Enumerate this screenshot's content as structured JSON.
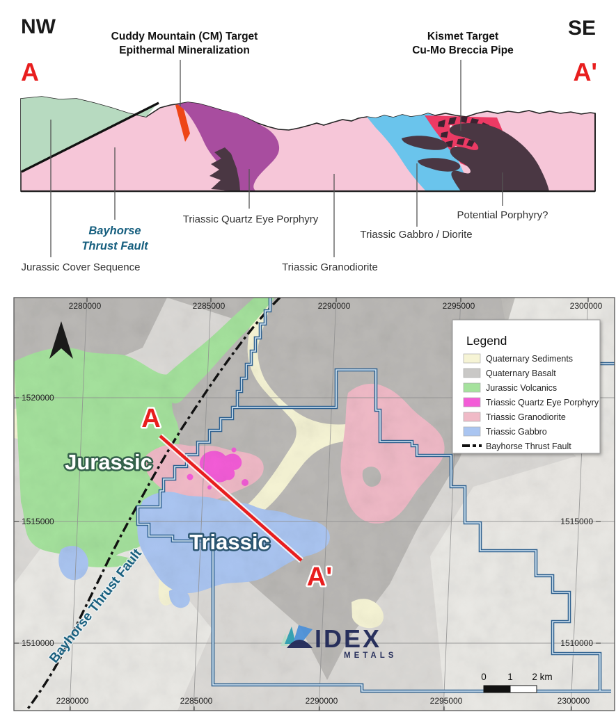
{
  "section": {
    "orient_left": "NW",
    "orient_right": "SE",
    "a_left": "A",
    "a_right": "A'",
    "target_cm": {
      "line1": "Cuddy Mountain (CM) Target",
      "line2": "Epithermal Mineralization"
    },
    "target_kismet": {
      "line1": "Kismet Target",
      "line2": "Cu-Mo Breccia Pipe"
    },
    "labels": {
      "bayhorse1": "Bayhorse",
      "bayhorse2": "Thrust Fault",
      "quartz": "Triassic Quartz Eye Porphyry",
      "gabbro": "Triassic Gabbro / Diorite",
      "potential": "Potential Porphyry?",
      "cover": "Jurassic Cover Sequence",
      "grano": "Triassic Granodiorite"
    },
    "colors": {
      "cover_green": "#b7dac0",
      "granodiorite_pink": "#f6c6d8",
      "quartz_purple": "#a84d9f",
      "porphyry_dark": "#4a3743",
      "gabbro_blue": "#6ac4ec",
      "epithermal_orange": "#ee4517",
      "breccia_pink": "#ec3a64",
      "fault_label_teal": "#155e7e"
    }
  },
  "map": {
    "grid": {
      "x": [
        "2280000",
        "2285000",
        "2290000",
        "2295000",
        "2300000"
      ],
      "y": [
        "1520000",
        "1515000",
        "1510000"
      ]
    },
    "legend": {
      "title": "Legend",
      "items": [
        {
          "label": "Quaternary Sediments",
          "color": "#f6f4d5"
        },
        {
          "label": "Quaternary Basalt",
          "color": "#c9c8c6"
        },
        {
          "label": "Jurassic Volcanics",
          "color": "#a5e29d"
        },
        {
          "label": "Triassic Quartz Eye Porphyry",
          "color": "#f35cd7"
        },
        {
          "label": "Triassic Granodiorite",
          "color": "#f0bac7"
        },
        {
          "label": "Triassic Gabbro",
          "color": "#aac5f1"
        }
      ],
      "fault_label": "Bayhorse Thrust Fault"
    },
    "labels": {
      "jurassic": "Jurassic",
      "triassic": "Triassic",
      "fault": "Bayhorse Thrust Fault"
    },
    "section_line": {
      "a": "A",
      "a_prime": "A'"
    },
    "scalebar": {
      "t0": "0",
      "t1": "1",
      "t2": "2 km"
    },
    "logo": {
      "name": "IDEX",
      "sub": "METALS"
    },
    "colors": {
      "claim_outline": "#2f618f",
      "section_line_red": "#e81e1e",
      "fault_black": "#111111",
      "basalt_gray": "#a09e9b",
      "hillshade_base": "#dcdad7"
    }
  }
}
